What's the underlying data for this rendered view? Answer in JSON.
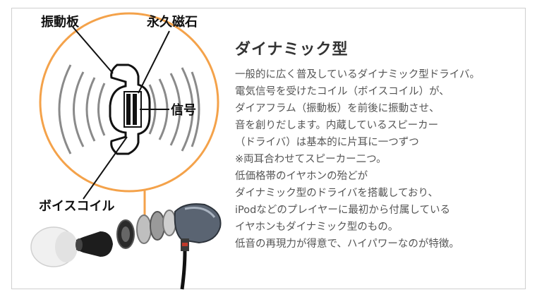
{
  "labels": {
    "diaphragm": "振動板",
    "magnet": "永久磁石",
    "signal": "信号",
    "voice_coil": "ボイスコイル"
  },
  "panel": {
    "title": "ダイナミック型",
    "lines": [
      "一般的に広く普及しているダイナミック型ドライバ。",
      "電気信号を受けたコイル（ボイスコイル）が、",
      "ダイアフラム（振動板）を前後に振動させ、",
      "音を創りだします。内蔵しているスピーカー",
      "（ドライバ）は基本的に片耳に一つずつ",
      "※両耳合わせてスピーカー二つ。",
      "低価格帯のイヤホンの殆どが",
      "ダイナミック型のドライバを搭載しており、",
      "iPodなどのプレイヤーに最初から付属している",
      "イヤホンもダイナミック型のもの。",
      "低音の再現力が得意で、ハイパワーなのが特徴。"
    ]
  },
  "colors": {
    "accent_orange": "#f4a24a",
    "wave_gray": "#8a8a8a"
  }
}
